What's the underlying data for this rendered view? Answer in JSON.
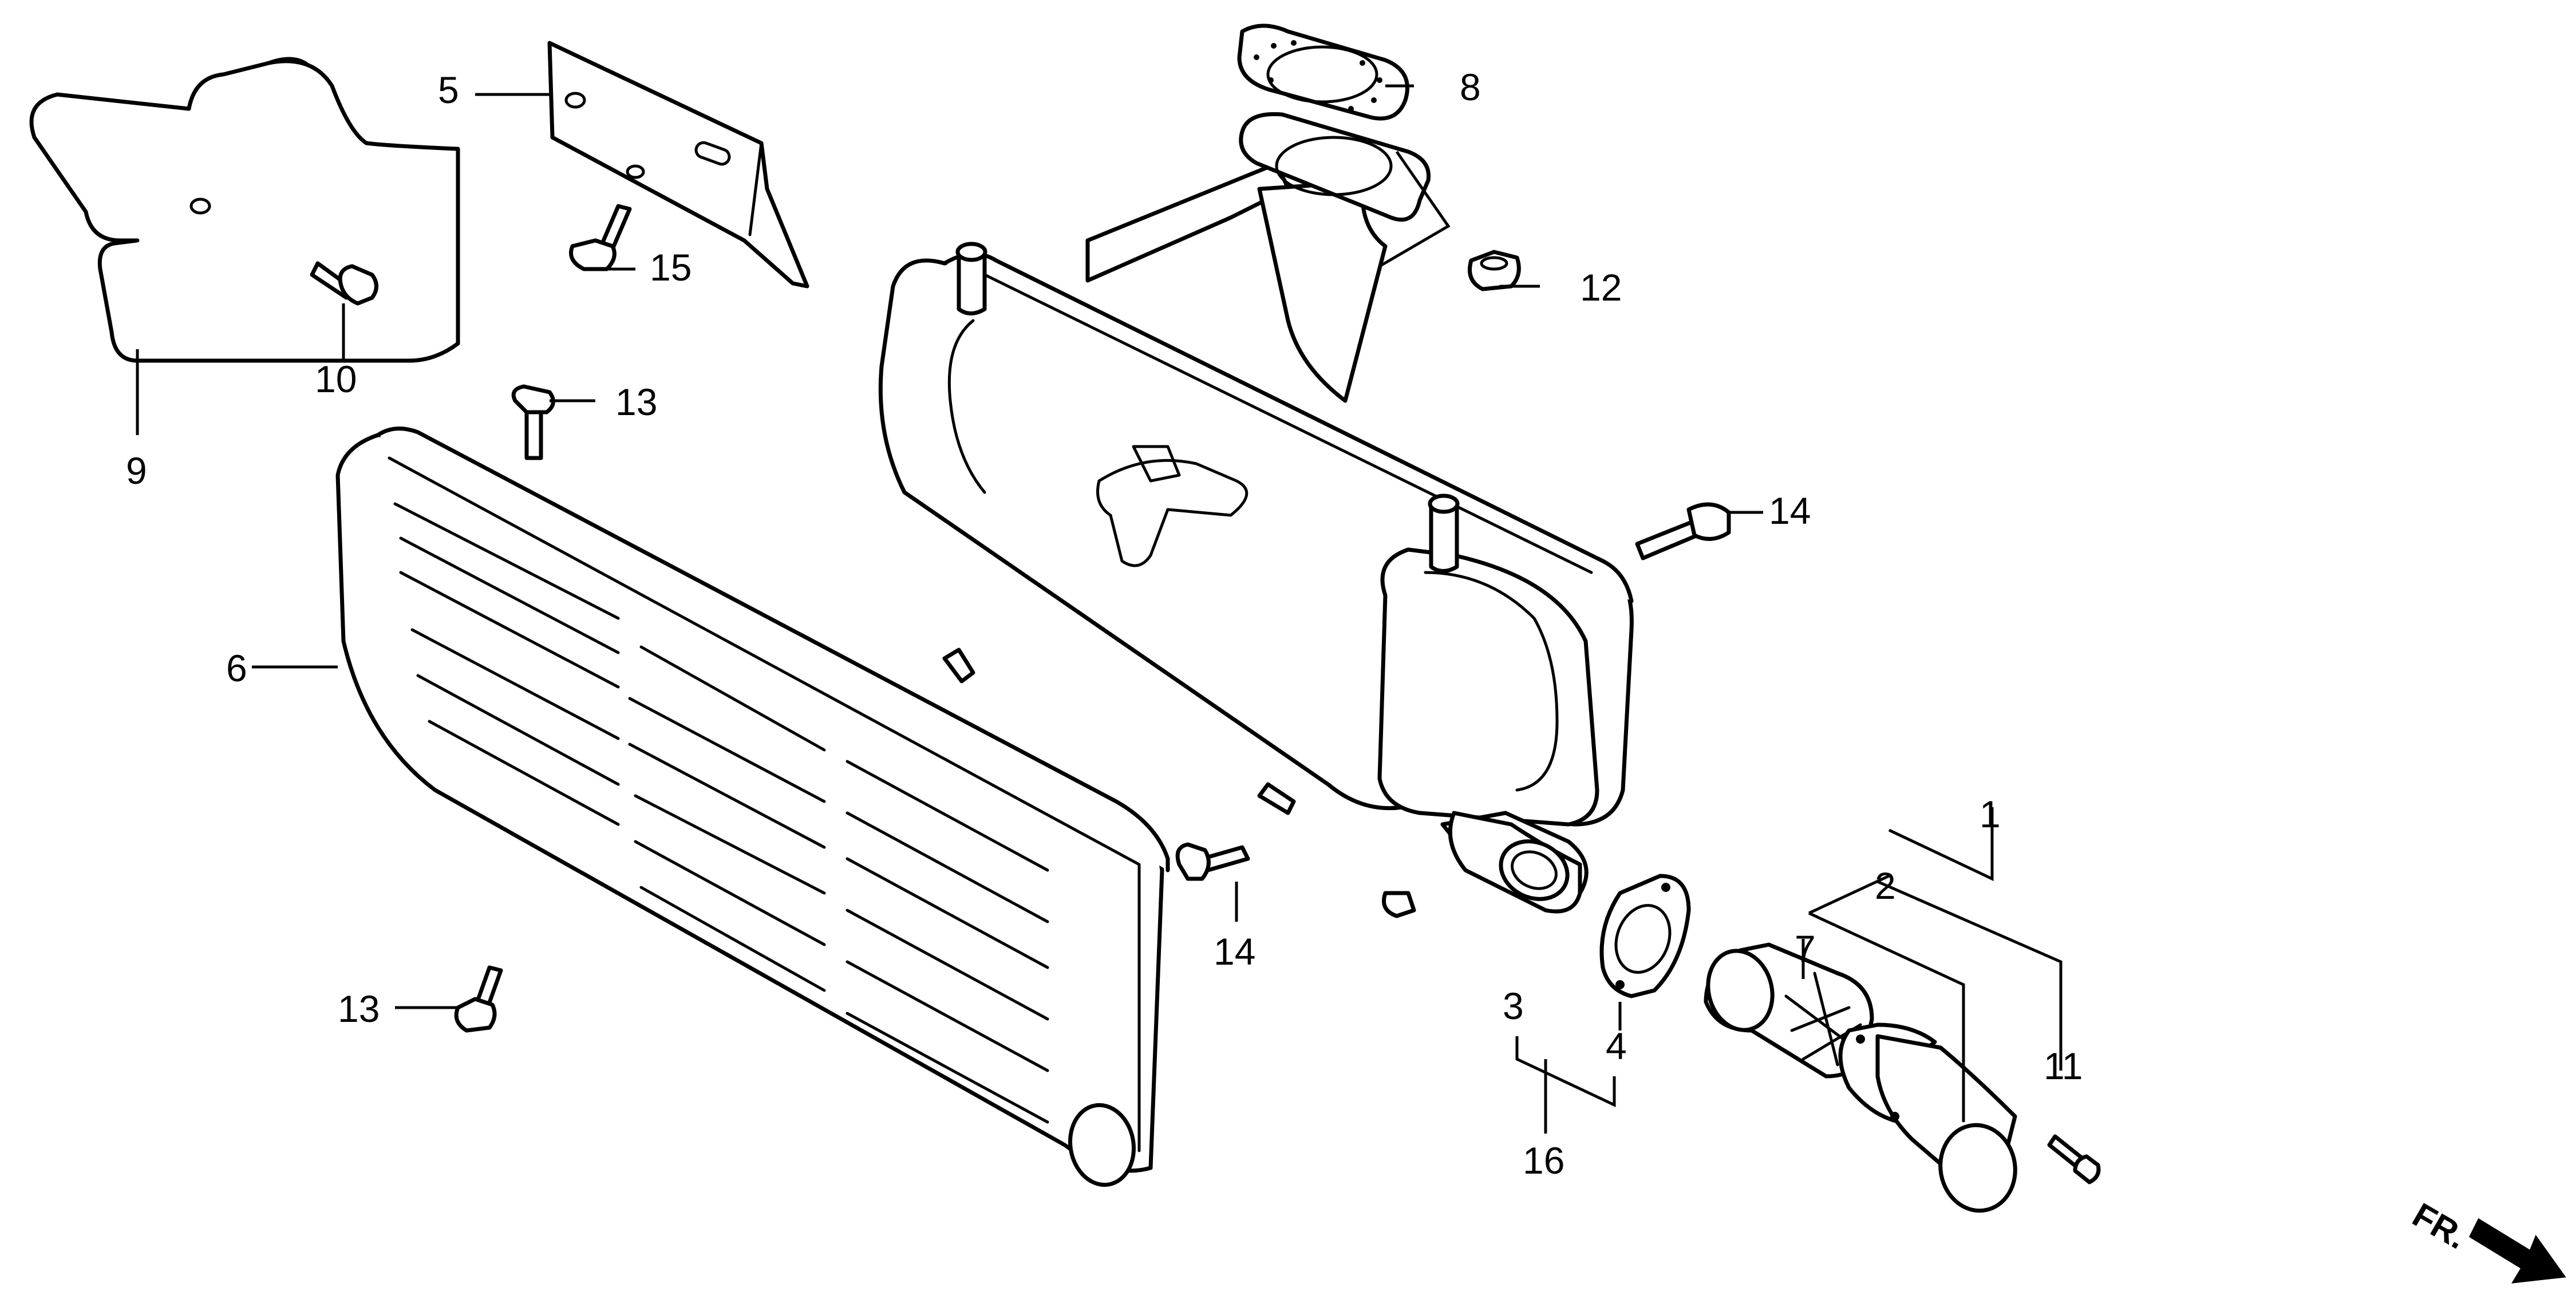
{
  "callouts": {
    "c1": "1",
    "c2": "2",
    "c3": "3",
    "c4": "4",
    "c5": "5",
    "c6": "6",
    "c7": "7",
    "c8": "8",
    "c9": "9",
    "c10": "10",
    "c11": "11",
    "c12": "12",
    "c13a": "13",
    "c13b": "13",
    "c14a": "14",
    "c14b": "14",
    "c15": "15",
    "c16": "16"
  },
  "direction_label": "FR.",
  "colors": {
    "line": "#000000",
    "background": "#ffffff"
  }
}
